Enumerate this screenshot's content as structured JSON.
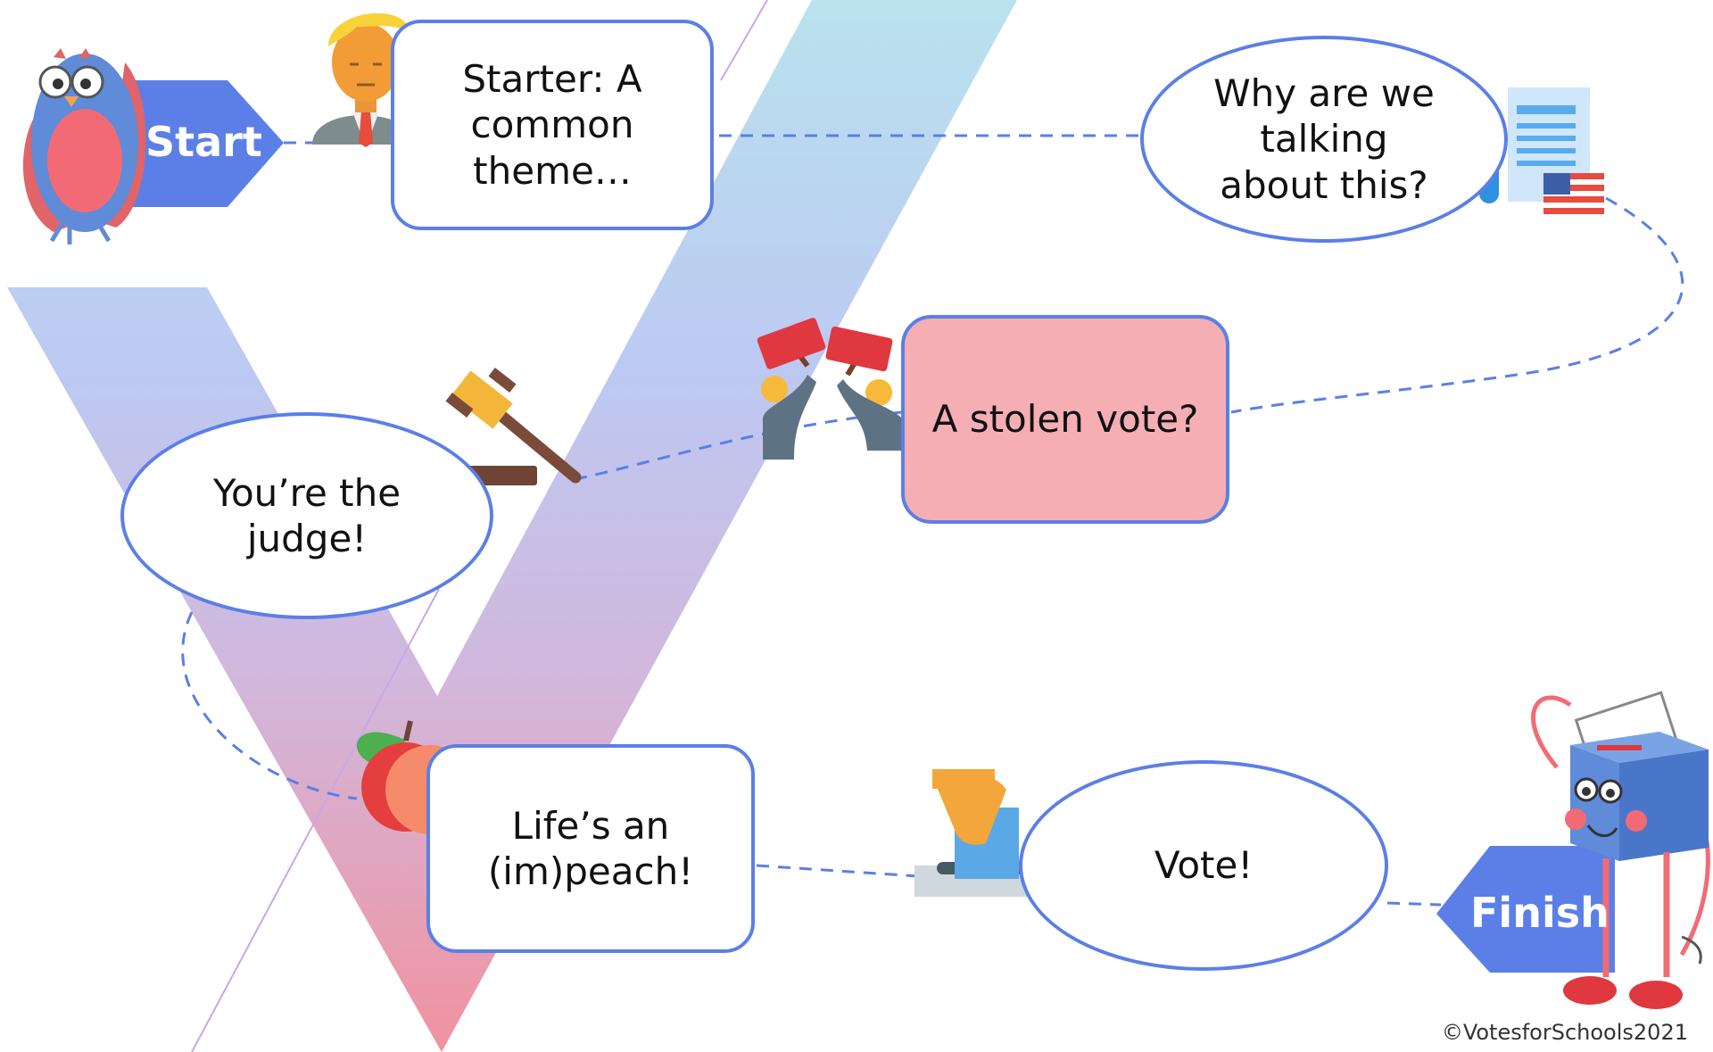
{
  "diagram": {
    "start_label": "Start",
    "finish_label": "Finish",
    "nodes": {
      "starter": "Starter: A\ncommon\ntheme…",
      "why": "Why are we\ntalking\nabout this?",
      "stolen_vote": "A stolen vote?",
      "judge": "You’re the\njudge!",
      "impeach": "Life’s an\n(im)peach!",
      "vote": "Vote!"
    },
    "copyright": "©VotesforSchools2021"
  },
  "colors": {
    "accent_blue": "#5b7fe6",
    "stolen_vote_fill": "#f5aeb4",
    "arrow_blue": "#5b7fe6"
  },
  "icons": [
    "owl-mascot-icon",
    "businessman-icon",
    "document-flag-icon",
    "protest-signs-icon",
    "gavel-icon",
    "peach-icon",
    "ballot-box-icon",
    "ballot-box-mascot-icon"
  ]
}
